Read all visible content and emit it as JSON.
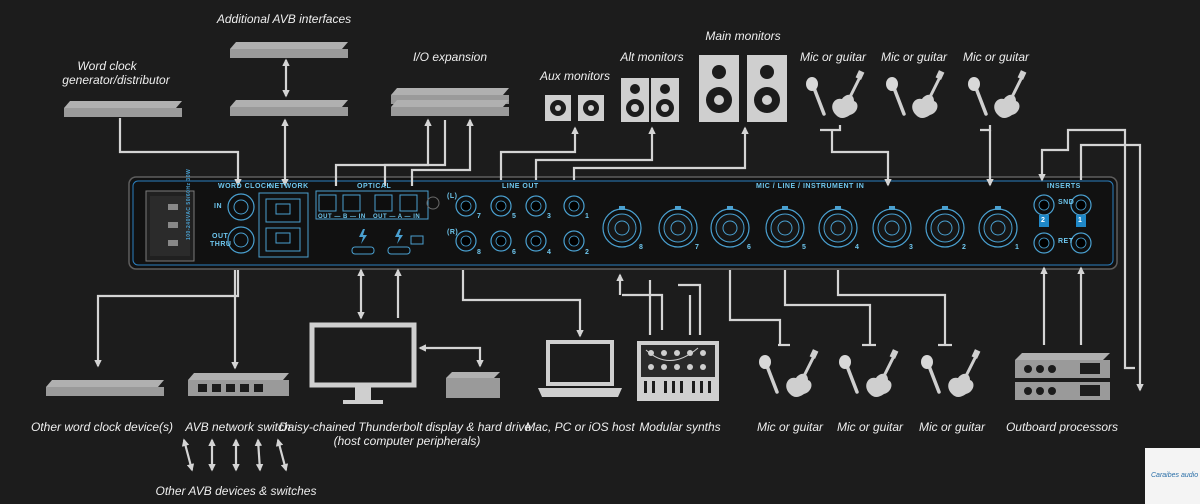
{
  "diagram": {
    "labels": {
      "additional_avb": "Additional AVB interfaces",
      "io_expansion": "I/O expansion",
      "word_clock_line1": "Word clock",
      "word_clock_line2": "generator/distributor",
      "aux_monitors": "Aux monitors",
      "alt_monitors": "Alt monitors",
      "main_monitors": "Main monitors",
      "mic_guitar": "Mic or guitar",
      "other_word_clock": "Other word clock device(s)",
      "avb_switch": "AVB network switch",
      "other_avb": "Other AVB devices & switches",
      "thunderbolt_line1": "Daisy-chained Thunderbolt display & hard drive",
      "thunderbolt_line2": "(host computer peripherals)",
      "host": "Mac, PC or iOS host",
      "modular": "Modular synths",
      "outboard": "Outboard processors"
    },
    "panel": {
      "word_clock": "WORD CLOCK",
      "network": "NETWORK",
      "optical": "OPTICAL",
      "line_out": "LINE OUT",
      "mic_line_inst": "MIC / LINE / INSTRUMENT IN",
      "inserts": "INSERTS",
      "wc_in": "IN",
      "wc_out": "OUT",
      "wc_thru": "THRU",
      "opt_b": "OUT — B — IN",
      "opt_a": "OUT — A — IN",
      "snd": "SND",
      "ret": "RET",
      "left": "(L)",
      "right": "(R)",
      "power_rating": "100-240VAC 50/60Hz 30W",
      "input_numbers": [
        "8",
        "7",
        "6",
        "5",
        "4",
        "3",
        "2",
        "1"
      ],
      "line_out_top": [
        "7",
        "5",
        "3",
        "1"
      ],
      "line_out_bottom": [
        "8",
        "6",
        "4",
        "2"
      ],
      "insert_numbers": [
        "2",
        "1"
      ]
    },
    "brand": "Caraibes audio"
  }
}
